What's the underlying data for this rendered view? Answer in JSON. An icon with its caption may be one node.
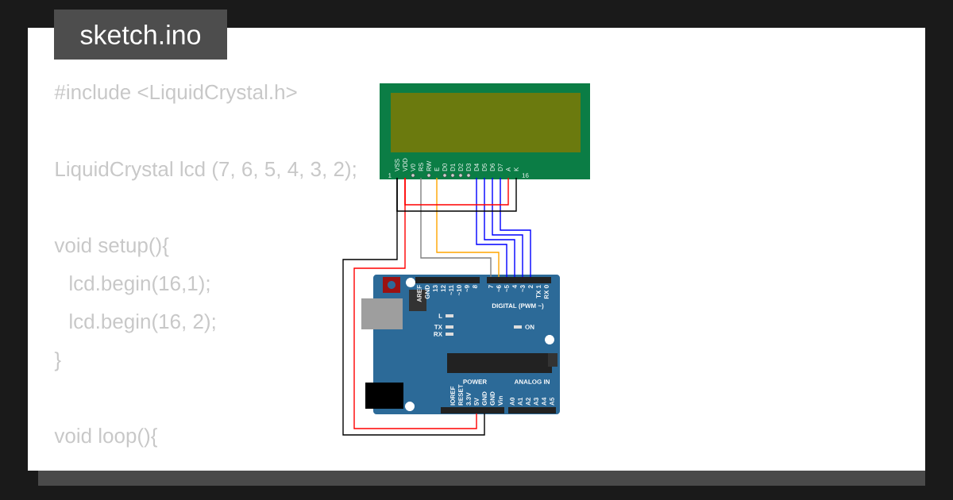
{
  "diagram": {
    "title": "sketch.ino",
    "nodes": [
      {
        "text": [
          "1",
          "16"
        ]
      },
      {
        "text": [
          "VSS"
        ],
        "in": 0
      },
      {
        "text": [
          "VDD"
        ],
        "in": 0
      },
      {
        "text": [
          "V0"
        ],
        "in": 0
      },
      {
        "text": [
          "RS"
        ],
        "in": 0
      },
      {
        "text": [
          "RW"
        ],
        "in": 0
      },
      {
        "text": [
          "E"
        ],
        "in": 0
      },
      {
        "text": [
          "D0"
        ],
        "in": 0
      },
      {
        "text": [
          "D1"
        ],
        "in": 0
      },
      {
        "text": [
          "D2"
        ],
        "in": 0
      },
      {
        "text": [
          "D3"
        ],
        "in": 0
      },
      {
        "text": [
          "D4"
        ],
        "in": 0
      },
      {
        "text": [
          "D5"
        ],
        "in": 0
      },
      {
        "text": [
          "D6"
        ],
        "in": 0
      },
      {
        "text": [
          "D7"
        ],
        "in": 0
      },
      {
        "text": [
          "A"
        ],
        "in": 0
      },
      {
        "text": [
          "K"
        ],
        "in": 0
      },
      {
        "text": [
          "DIGITAL (PWM ~)",
          "L",
          "TX",
          "ON",
          "RX",
          "POWER",
          "ANALOG IN"
        ]
      },
      {
        "text": [
          "AREF"
        ],
        "in": 17
      },
      {
        "text": [
          "GND"
        ],
        "in": 17
      },
      {
        "text": [
          "13"
        ],
        "in": 17
      },
      {
        "text": [
          "12"
        ],
        "in": 17
      },
      {
        "text": [
          "~11"
        ],
        "in": 17
      },
      {
        "text": [
          "~10"
        ],
        "in": 17
      },
      {
        "text": [
          "~9"
        ],
        "in": 17
      },
      {
        "text": [
          "8"
        ],
        "in": 17
      },
      {
        "text": [
          "7"
        ],
        "in": 17
      },
      {
        "text": [
          "~6"
        ],
        "in": 17
      },
      {
        "text": [
          "~5"
        ],
        "in": 17
      },
      {
        "text": [
          "4"
        ],
        "in": 17
      },
      {
        "text": [
          "~3"
        ],
        "in": 17
      },
      {
        "text": [
          "2"
        ],
        "in": 17
      },
      {
        "text": [
          "TX 1"
        ],
        "in": 17
      },
      {
        "text": [
          "RX 0"
        ],
        "in": 17
      },
      {
        "text": [
          "IOREF"
        ],
        "in": 17
      },
      {
        "text": [
          "RESET"
        ],
        "in": 17
      },
      {
        "text": [
          "3.3V"
        ],
        "in": 17
      },
      {
        "text": [
          "5V"
        ],
        "in": 17
      },
      {
        "text": [
          "GND"
        ],
        "in": 17
      },
      {
        "text": [
          "GND"
        ],
        "in": 17
      },
      {
        "text": [
          "Vin"
        ],
        "in": 17
      },
      {
        "text": [
          "A0"
        ],
        "in": 17
      },
      {
        "text": [
          "A1"
        ],
        "in": 17
      },
      {
        "text": [
          "A2"
        ],
        "in": 17
      },
      {
        "text": [
          "A3"
        ],
        "in": 17
      },
      {
        "text": [
          "A4"
        ],
        "in": 17
      },
      {
        "text": [
          "A5"
        ],
        "in": 17
      }
    ],
    "edges": [
      {
        "from": 1,
        "to": 38,
        "arrow": "none",
        "color": "#000000"
      },
      {
        "from": 2,
        "to": 37,
        "arrow": "none",
        "color": "#ff0000"
      },
      {
        "from": 4,
        "to": 26,
        "arrow": "none",
        "color": "#808080"
      },
      {
        "from": 6,
        "to": 27,
        "arrow": "none",
        "color": "#ffa500"
      },
      {
        "from": 11,
        "to": 28,
        "arrow": "none"
      },
      {
        "from": 12,
        "to": 29,
        "arrow": "none"
      },
      {
        "from": 13,
        "to": 30,
        "arrow": "none"
      },
      {
        "from": 14,
        "to": 31,
        "arrow": "none"
      },
      {
        "from": 15,
        "to": 2,
        "arrow": "none",
        "color": "#ff0000"
      },
      {
        "from": 16,
        "to": 1,
        "arrow": "none",
        "color": "#000000"
      }
    ],
    "labels": [
      "#include <LiquidCrystal.h>",
      "LiquidCrystal lcd (7, 6, 5, 4, 3, 2);",
      "void setup(){",
      "lcd.begin(16,1);",
      "lcd.begin(16, 2);",
      "}",
      "void loop(){"
    ]
  }
}
